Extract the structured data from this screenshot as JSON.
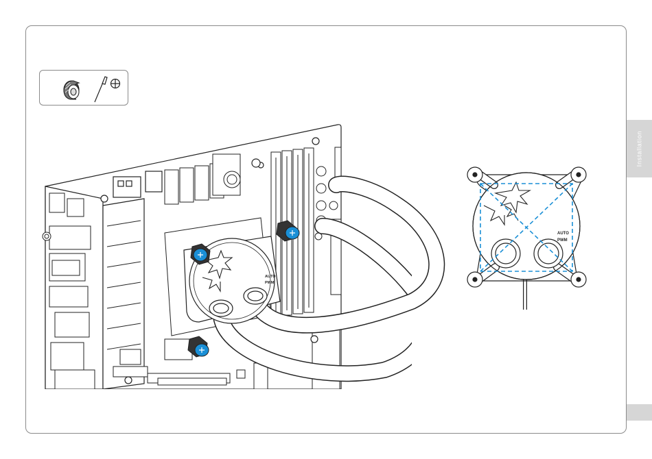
{
  "side_tab": {
    "label": "Installation"
  },
  "tools": {
    "icons": [
      "thumbscrew-icon",
      "phillips-screwdriver-icon"
    ]
  },
  "waterblock": {
    "mode_labels": [
      "AUTO",
      "PWM"
    ]
  },
  "colors": {
    "accent": "#1a8fd6",
    "frame": "#8a8a8a",
    "tab": "#d6d6d6"
  }
}
